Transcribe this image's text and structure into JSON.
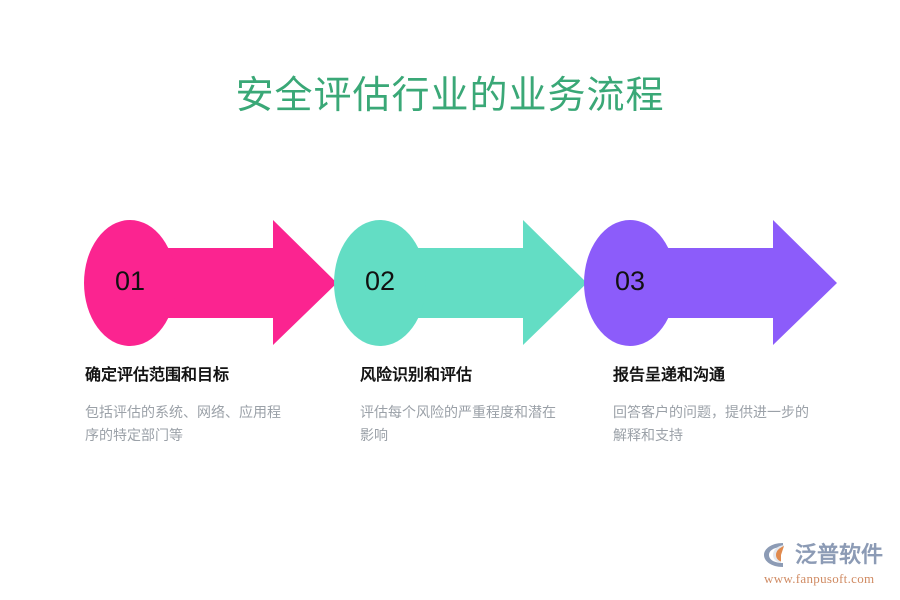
{
  "page": {
    "title": "安全评估行业的业务流程",
    "background_color": "#ffffff",
    "title_color": "#3aa877"
  },
  "diagram": {
    "type": "process-flow-arrows",
    "direction": "left-to-right",
    "steps": [
      {
        "number": "01",
        "heading": "确定评估范围和目标",
        "description": "包括评估的系统、网络、应用程序的特定部门等",
        "color": "#fb2490",
        "shape": "ellipse-with-arrow"
      },
      {
        "number": "02",
        "heading": "风险识别和评估",
        "description": "评估每个风险的严重程度和潜在影响",
        "color": "#63ddc4",
        "shape": "ellipse-with-arrow"
      },
      {
        "number": "03",
        "heading": "报告呈递和沟通",
        "description": "回答客户的问题，提供进一步的解释和支持",
        "color": "#8c5cfa",
        "shape": "ellipse-with-arrow"
      }
    ],
    "number_color": "#111111",
    "heading_color": "#131313",
    "description_color": "#9ba1a8"
  },
  "logo": {
    "mark_name": "fanpusoft-logo-icon",
    "name": "泛普软件",
    "url": "www.fanpusoft.com",
    "name_color": "#8c9bb5",
    "url_color": "#d08b63",
    "mark_colors": {
      "arc": "#8c9bb5",
      "accent": "#e08a4e"
    }
  }
}
